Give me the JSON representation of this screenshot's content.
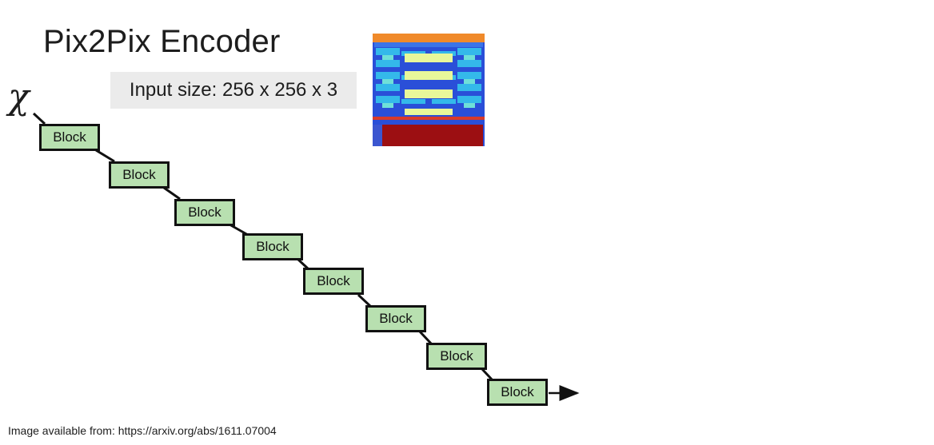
{
  "title": "Pix2Pix Encoder",
  "input_label": "Input size: 256 x 256 x 3",
  "input_symbol": "χ",
  "blocks": [
    "Block",
    "Block",
    "Block",
    "Block",
    "Block",
    "Block",
    "Block",
    "Block"
  ],
  "footer": "Image available from: https://arxiv.org/abs/1611.07004",
  "colors": {
    "block_fill": "#b8e0b0",
    "block_border": "#111111",
    "panel": "#ebebeb"
  },
  "figure": {
    "icon": "encoder-architecture-thumbnail"
  }
}
